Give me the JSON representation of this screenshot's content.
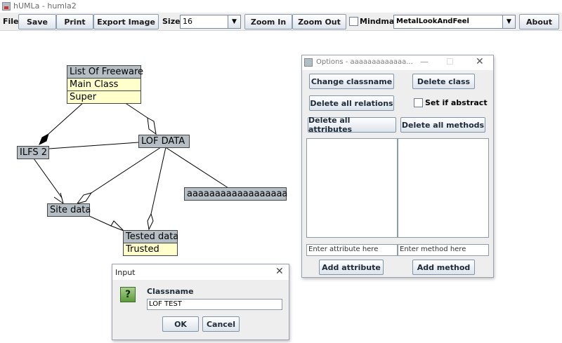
{
  "window": {
    "title": "hUMLa - humla2"
  },
  "toolbar": {
    "file": "File",
    "save": "Save",
    "print": "Print",
    "export_image": "Export Image",
    "size_label": "Size:",
    "size_value": "16",
    "zoom_in": "Zoom In",
    "zoom_out": "Zoom Out",
    "mindmap_label": "Mindmap",
    "mindmap_checked": false,
    "laf_value": "MetalLookAndFeel",
    "about": "About"
  },
  "diagram": {
    "classes": {
      "list_of_freeware": {
        "name": "List Of Freeware",
        "rows": [
          "Main Class",
          "Super"
        ]
      },
      "lof_data": {
        "name": "LOF DATA"
      },
      "ilfs2": {
        "name": "ILFS 2"
      },
      "site_data": {
        "name": "Site data"
      },
      "tested_data": {
        "name": "Tested data",
        "rows": [
          "Trusted"
        ]
      },
      "aaa": {
        "name": "aaaaaaaaaaaaaaaaaa"
      }
    }
  },
  "options": {
    "title": "Options - aaaaaaaaaaaaa...",
    "change_classname": "Change classname",
    "delete_class": "Delete class",
    "delete_all_relations": "Delete all relations",
    "set_if_abstract": "Set if abstract",
    "delete_all_attributes": "Delete all attributes",
    "delete_all_methods": "Delete all methods",
    "attribute_placeholder": "Enter attribute here",
    "method_placeholder": "Enter method here",
    "add_attribute": "Add attribute",
    "add_method": "Add method"
  },
  "input_dialog": {
    "title": "Input",
    "label": "Classname",
    "value": "LOF TEST",
    "ok": "OK",
    "cancel": "Cancel"
  },
  "colors": {
    "class_header": "#b4bec4",
    "class_body": "#ffffcc",
    "button_border": "#7f93ac"
  }
}
